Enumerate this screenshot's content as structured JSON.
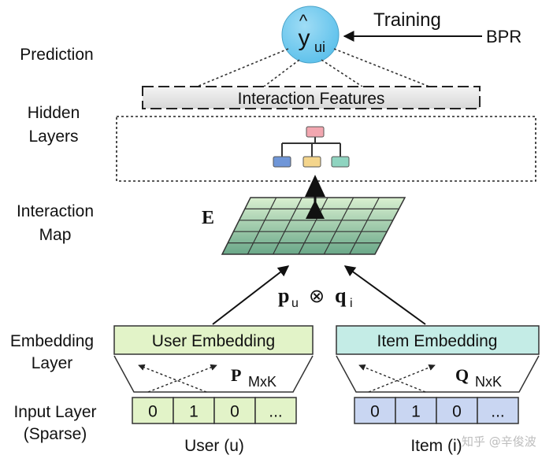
{
  "layer_labels": {
    "prediction": "Prediction",
    "hidden_1": "Hidden",
    "hidden_2": "Layers",
    "interaction_map_1": "Interaction",
    "interaction_map_2": "Map",
    "embedding_1": "Embedding",
    "embedding_2": "Layer",
    "input_1": "Input Layer",
    "input_2": "(Sparse)"
  },
  "prediction": {
    "symbol": "y",
    "hat": "^",
    "subscript": "ui",
    "training_label": "Training",
    "bpr_label": "BPR",
    "node_color": "#5bc0eb"
  },
  "interaction_features_label": "Interaction Features",
  "interaction_map": {
    "matrix_label": "E",
    "product": {
      "p": "p",
      "p_sub": "u",
      "op": "⊗",
      "q": "q",
      "q_sub": "i"
    },
    "color_top": "#d9f0d0",
    "color_bottom": "#6aa889"
  },
  "hidden_icon_colors": {
    "top": "#f2a7b0",
    "left": "#6f96d8",
    "middle": "#f4d58c",
    "right": "#8fd4c0"
  },
  "user": {
    "embedding_label": "User Embedding",
    "matrix_symbol": "P",
    "matrix_dim": "MxK",
    "cells": [
      "0",
      "1",
      "0",
      "..."
    ],
    "caption": "User (u)",
    "color": "#e2f3c8"
  },
  "item": {
    "embedding_label": "Item Embedding",
    "matrix_symbol": "Q",
    "matrix_dim": "NxK",
    "cells": [
      "0",
      "1",
      "0",
      "..."
    ],
    "caption": "Item (i)",
    "color": "#c4ece6",
    "cell_color": "#c9d6f2"
  },
  "watermark": "知乎 @辛俊波"
}
